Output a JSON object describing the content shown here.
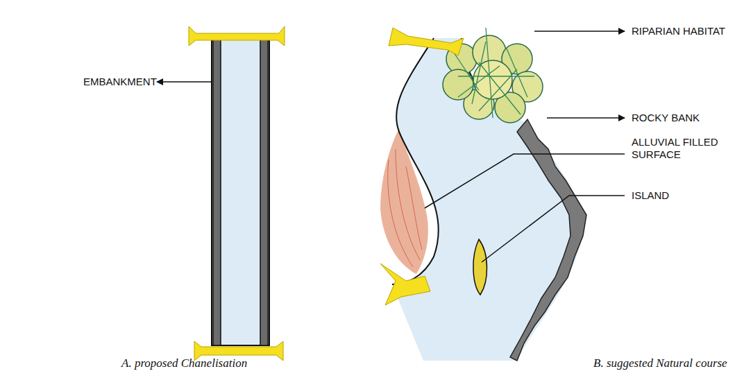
{
  "diagram": {
    "labels": [
      "EMBANKMENT",
      "RIPARIAN HABITAT",
      "ROCKY BANK",
      "ALLUVIAL FILLED SURFACE",
      "ISLAND",
      "A. proposed Chanelisation",
      "B. suggested Natural course"
    ]
  }
}
